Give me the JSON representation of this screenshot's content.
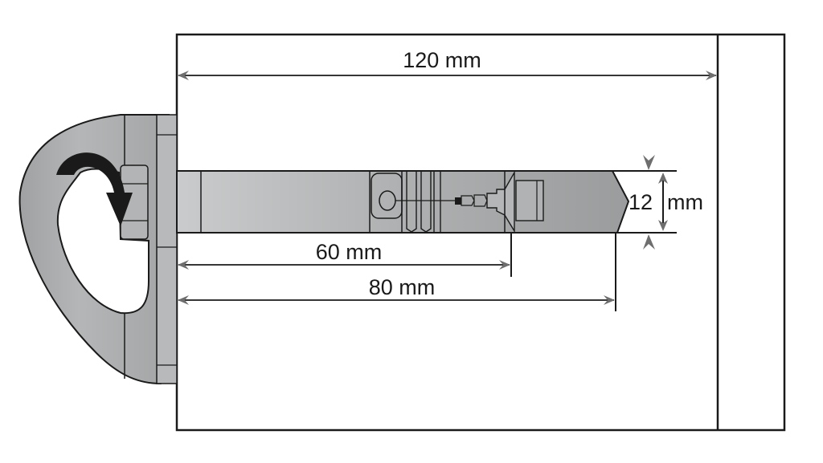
{
  "diagram": {
    "description": "Installation depth diagram: anchor bolt with eye handle inserted into a wall/panel",
    "colors": {
      "line": "#1a1a1a",
      "metal_light": "#c4c6c7",
      "metal_mid": "#a9abac",
      "metal_dark": "#8f9192",
      "arrowhead": "#6e6e6e",
      "background": "#ffffff"
    },
    "dimensions": {
      "total_depth": {
        "value": 120,
        "unit": "mm",
        "label": "120 mm"
      },
      "expansion_point": {
        "value": 60,
        "unit": "mm",
        "label": "60 mm"
      },
      "bolt_length": {
        "value": 80,
        "unit": "mm",
        "label": "80 mm"
      },
      "drill_diameter": {
        "value": 12,
        "unit": "mm",
        "label_value": "12",
        "label_unit": "mm"
      }
    },
    "annotations": {
      "rotation_arrow": "clockwise-tighten"
    }
  }
}
